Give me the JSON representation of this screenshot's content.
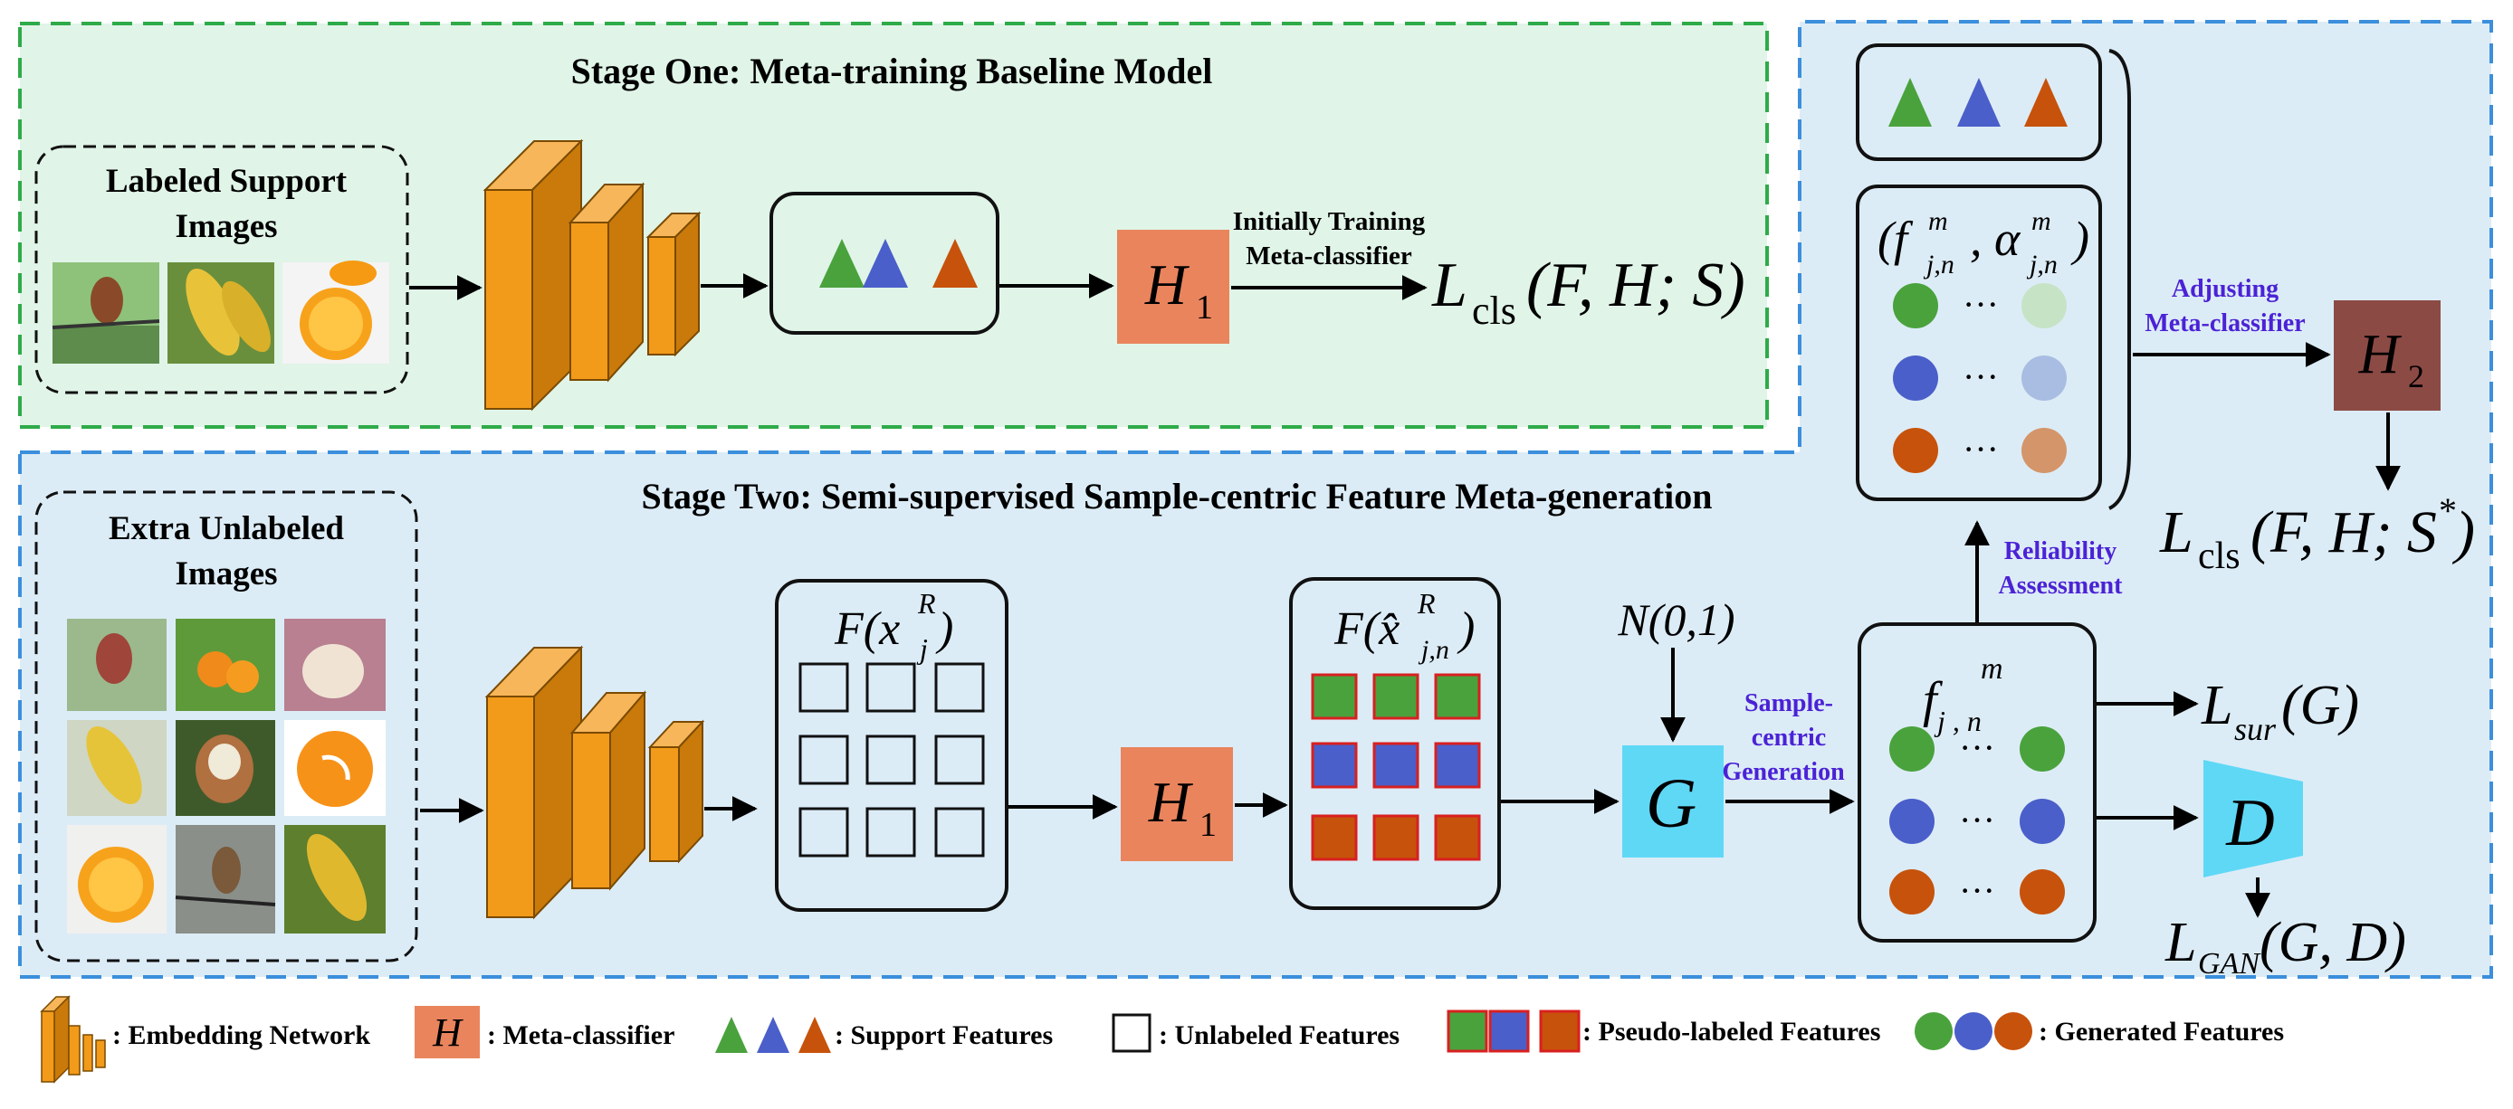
{
  "colors": {
    "stage_one_bg": "#e0f4e8",
    "stage_one_border": "#2eab48",
    "stage_two_bg": "#dcecf6",
    "stage_two_border": "#3b8fdc",
    "embedding": "#f29a1a",
    "h1": "#e9845d",
    "h2": "#8c4a45",
    "generator": "#5fd8f6",
    "discriminator": "#5fd8f6",
    "green": "#4aa23d",
    "blue": "#4a5fc9",
    "orange": "#c7520b",
    "arrow_label": "#4b22d6"
  },
  "stage_one": {
    "title": "Stage One: Meta-training Baseline Model",
    "support_box_label_line1": "Labeled Support",
    "support_box_label_line2": "Images",
    "classifier": "H",
    "classifier_sub": "1",
    "arrow_label_line1": "Initially Training",
    "arrow_label_line2": "Meta-classifier",
    "loss_L": "L",
    "loss_sub": "cls",
    "loss_args": "(F, H; S)"
  },
  "stage_two": {
    "title": "Stage Two: Semi-supervised Sample-centric Feature Meta-generation",
    "unlabeled_box_label_line1": "Extra Unlabeled",
    "unlabeled_box_label_line2": "Images",
    "unlabeled_feat_F": "F(x",
    "unlabeled_feat_sub": "j",
    "unlabeled_feat_sup": "R",
    "classifier": "H",
    "classifier_sub": "1",
    "pseudo_feat_F": "F(x̂",
    "pseudo_feat_sub": "j,n",
    "pseudo_feat_sup": "R",
    "noise": "N(0,1)",
    "generator": "G",
    "gen_label_line1": "Sample-",
    "gen_label_line2": "centric",
    "gen_label_line3": "Generation",
    "generated_f": "f",
    "generated_sub": "j , n",
    "generated_sup": "m",
    "dots": "···",
    "loss_sur_L": "L",
    "loss_sur_sub": "sur",
    "loss_sur_args": "(G)",
    "discriminator": "D",
    "loss_gan_L": "L",
    "loss_gan_sub": "GAN",
    "loss_gan_args": "(G, D)",
    "reliability_line1": "Reliability",
    "reliability_line2": "Assessment"
  },
  "right_panel": {
    "pair_f": "(f",
    "pair_f_sub": "j,n",
    "pair_f_sup": "m",
    "pair_alpha": ", α",
    "pair_alpha_sub": "j,n",
    "pair_alpha_sup": "m",
    "adjust_line1": "Adjusting",
    "adjust_line2": "Meta-classifier",
    "classifier": "H",
    "classifier_sub": "2",
    "loss_L": "L",
    "loss_sub": "cls",
    "loss_args": "(F, H; S",
    "loss_star": "*",
    "loss_close": ")"
  },
  "legend": {
    "embedding": ": Embedding Network",
    "classifier_glyph": "H",
    "classifier": ": Meta-classifier",
    "support": ": Support Features",
    "unlabeled": ": Unlabeled Features",
    "pseudo": ": Pseudo-labeled Features",
    "generated": ": Generated Features"
  }
}
